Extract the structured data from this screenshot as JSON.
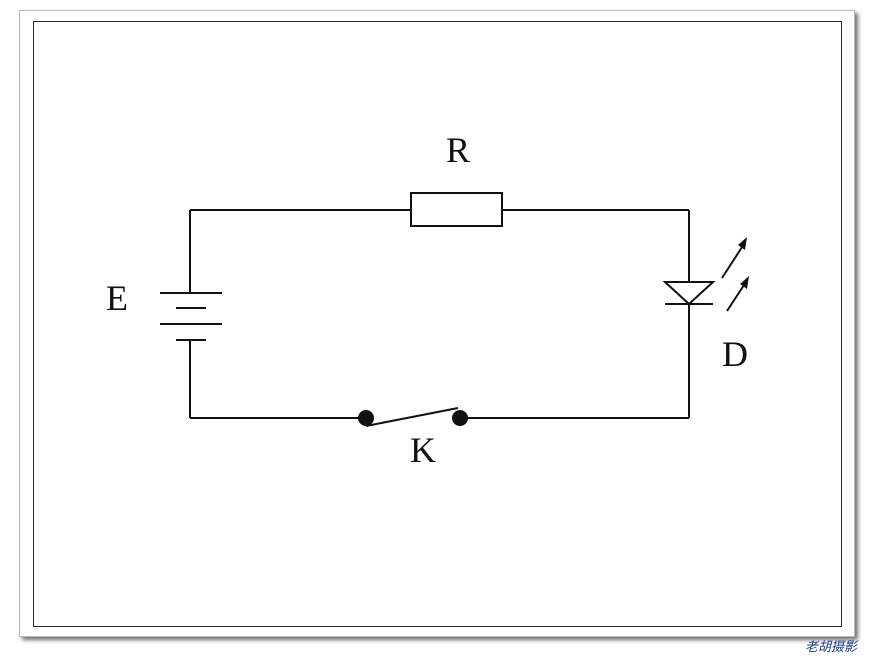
{
  "diagram": {
    "labels": {
      "resistor": "R",
      "battery": "E",
      "diode": "D",
      "switch": "K"
    },
    "colors": {
      "line": "#111111",
      "frame": "#2a2a2a"
    }
  },
  "watermark": "老胡摄影"
}
